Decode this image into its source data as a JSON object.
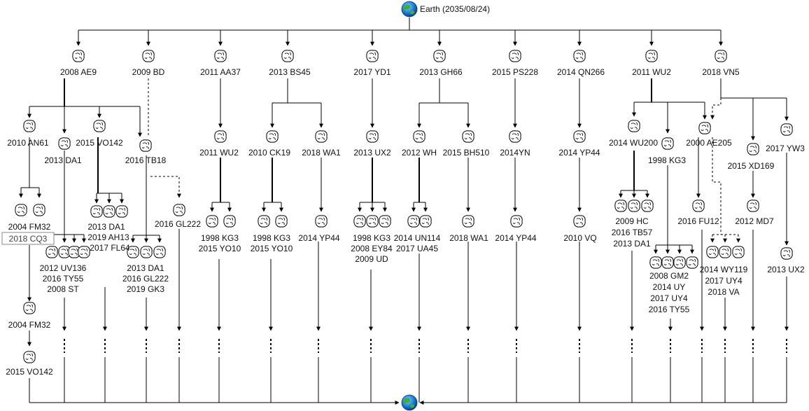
{
  "root": {
    "label": "Earth (2035/08/24)",
    "icon": "earth-globe-icon"
  },
  "end": {
    "icon": "earth-globe-icon"
  },
  "branches": [
    "2008 AE9",
    "2009 BD",
    "2011 AA37",
    "2013 BS45",
    "2017 YD1",
    "2013 GH66",
    "2015 PS228",
    "2014 QN266",
    "2011 WU2",
    "2018 VN5"
  ],
  "level2": [
    "2010 AN61",
    "2013 DA1",
    "2015 VO142",
    "2016 TB18",
    "2011 WU2",
    "2010 CK19",
    "2018 WA1",
    "2013 UX2",
    "2012 WH",
    "2015 BH510",
    "2014YN",
    "2014 YP44",
    "2014 WU200",
    "1998 KG3",
    "2000 AE205",
    "2015 XD169",
    "2017 YW3"
  ],
  "level3": {
    "fm32": "2004 FM32",
    "cq3": "2018 CQ3",
    "da1_group": [
      "2013 DA1",
      "2019 AH13",
      "2017 FL64"
    ],
    "uv136_group": [
      "2012 UV136",
      "2016 TY55",
      "2008 ST"
    ],
    "tb18_group": [
      "2013 DA1",
      "2016 GL222",
      "2019 GK3"
    ],
    "gl222": "2016 GL222",
    "kg3_a": [
      "1998 KG3",
      "2015 YO10"
    ],
    "kg3_b": [
      "1998 KG3",
      "2015 YO10"
    ],
    "yp44_a": "2014 YP44",
    "kg3_c": [
      "1998 KG3",
      "2008 EY84",
      "2009 UD"
    ],
    "un114": [
      "2014 UN114",
      "2017 UA45"
    ],
    "wa1": "2018 WA1",
    "yp44_b": "2014 YP44",
    "vq": "2010 VQ",
    "hc_group": [
      "2009 HC",
      "2016 TB57",
      "2013 DA1"
    ],
    "fu12": "2016 FU12",
    "md7": "2012 MD7",
    "ux2": "2013 UX2",
    "gm2_group": [
      "2008 GM2",
      "2014 UY",
      "2017 UY4",
      "2016 TY55"
    ],
    "wy119_group": [
      "2014 WY119",
      "2017 UY4",
      "2018 VA"
    ],
    "fm32_b": "2004 FM32",
    "vo142_b": "2015 VO142"
  },
  "icons": {
    "asteroid": "asteroid-icon",
    "ellipsis": "vertical-ellipsis"
  }
}
